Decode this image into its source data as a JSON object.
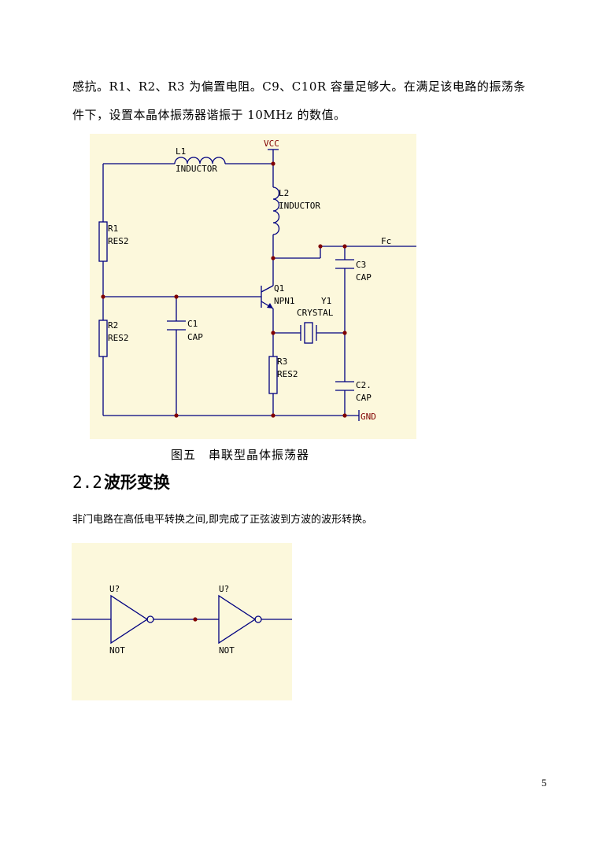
{
  "body": {
    "para1_line1": "感抗。R1、R2、R3 为偏置电阻。C9、C10R 容量足够大。在满足该电路的振荡条",
    "para1_line2": "件下，设置本晶体振荡器谐振于 10MHz 的数值。",
    "para2": "非门电路在高低电平转换之间,即完成了正弦波到方波的波形转换。"
  },
  "figure5": {
    "caption_label": "图五",
    "caption_title": "串联型晶体振荡器",
    "labels": {
      "vcc": "VCC",
      "l1": "L1",
      "l1_type": "INDUCTOR",
      "l2": "L2",
      "l2_type": "INDUCTOR",
      "fc": "Fc",
      "r1": "R1",
      "r1_type": "RES2",
      "r2": "R2",
      "r2_type": "RES2",
      "r3": "R3",
      "r3_type": "RES2",
      "q1": "Q1",
      "q1_type": "NPN1",
      "y1": "Y1",
      "y1_type": "CRYSTAL",
      "c1": "C1",
      "c1_type": "CAP",
      "c2": "C2.",
      "c2_type": "CAP",
      "c3": "C3",
      "c3_type": "CAP",
      "gnd": "GND"
    }
  },
  "section": {
    "number": "2.2",
    "title": "波形变换"
  },
  "figure6": {
    "gate1_ref": "U?",
    "gate1_type": "NOT",
    "gate2_ref": "U?",
    "gate2_type": "NOT"
  },
  "page_number": "5",
  "colors": {
    "figure_background": "#fcf8dc",
    "wire": "#000080",
    "junction": "#800000"
  }
}
